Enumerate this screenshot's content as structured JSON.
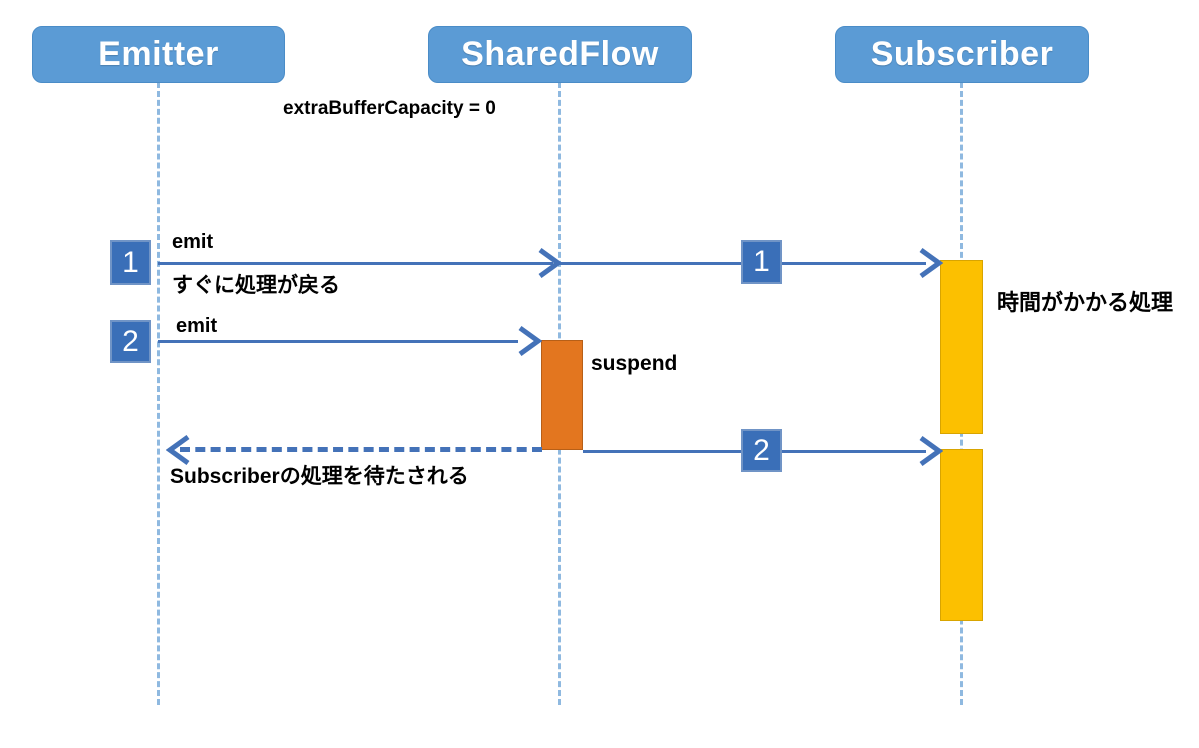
{
  "diagram": {
    "title": "SharedFlow suspend sequence diagram",
    "colors": {
      "actor_fill": "#5B9BD5",
      "lifeline": "#8FB9E0",
      "arrow": "#4472B8",
      "badge_fill": "#3A6FB8",
      "suspend_fill": "#E3761F",
      "processing_fill": "#FCC000",
      "text": "#000000",
      "background": "#FFFFFF"
    },
    "actors": [
      {
        "id": "emitter",
        "label": "Emitter"
      },
      {
        "id": "sharedflow",
        "label": "SharedFlow"
      },
      {
        "id": "subscriber",
        "label": "Subscriber"
      }
    ],
    "notes": [
      {
        "id": "buffer-note",
        "text": "extraBufferCapacity = 0"
      }
    ],
    "messages": [
      {
        "id": "msg-1-emit",
        "badge": "1",
        "label_above": "emit",
        "label_below": "すぐに処理が戻る",
        "from": "emitter",
        "to": "sharedflow",
        "style": "solid"
      },
      {
        "id": "msg-1-deliver",
        "badge": "1",
        "label_above": "",
        "label_below": "",
        "from": "sharedflow",
        "to": "subscriber",
        "style": "solid"
      },
      {
        "id": "msg-2-emit",
        "badge": "2",
        "label_above": "emit",
        "label_below": "",
        "from": "emitter",
        "to": "sharedflow",
        "style": "solid"
      },
      {
        "id": "msg-2-deliver",
        "badge": "2",
        "label_above": "",
        "label_below": "",
        "from": "sharedflow",
        "to": "subscriber",
        "style": "solid"
      },
      {
        "id": "msg-return",
        "badge": "",
        "label_above": "",
        "label_below": "Subscriberの処理を待たされる",
        "from": "sharedflow",
        "to": "emitter",
        "style": "dashed"
      }
    ],
    "activations": [
      {
        "id": "suspend-activation",
        "actor": "sharedflow",
        "label": "suspend",
        "color": "#E3761F"
      },
      {
        "id": "processing-activation-1",
        "actor": "subscriber",
        "label": "時間がかかる処理",
        "color": "#FCC000"
      },
      {
        "id": "processing-activation-2",
        "actor": "subscriber",
        "label": "",
        "color": "#FCC000"
      }
    ]
  }
}
